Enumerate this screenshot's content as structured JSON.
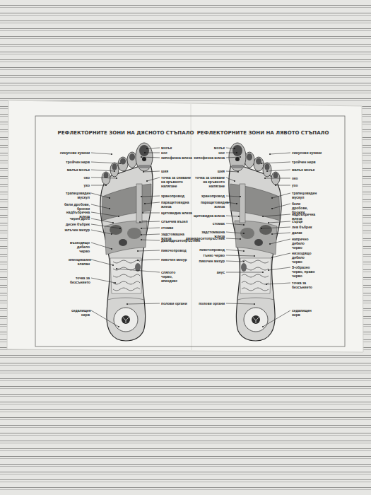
{
  "diagram": {
    "labels": [
      "РЕФЛЕКТОРНИТЕ ЗОНИ НА ДЯСНОТО СТЪПАЛО",
      "РЕФЛЕКТОРНИТЕ ЗОНИ НА ЛЯВОТО СТЪПАЛО",
      "синусови кухини",
      "тройчен нерв",
      "малък мозък",
      "око",
      "ухо",
      "трапецовиден мускул",
      "бели дробове, бронхи",
      "надбъбречна жлеза",
      "черен дроб",
      "десен бъбрек",
      "жлъчен мехур",
      "възходящо дебело черво",
      "илеоцекален клапан",
      "точка за безсънието",
      "седалищен нерв",
      "мозък",
      "нос",
      "хипофизна жлеза",
      "шия",
      "точка за сниване на кръвното налягане",
      "хранопровод",
      "паращитовидна жлеза",
      "щитовидна жлеза",
      "слънчев възел",
      "стомах",
      "задстомашна жлеза",
      "дванадесетопръстник",
      "пикочопровод",
      "пикочен мехур",
      "сляпото черво, апендикс",
      "полови органи",
      "мозък",
      "нос",
      "хипофизна жлеза",
      "шия",
      "точка за сниване на кръвното налягане",
      "хранопровод",
      "паращитовидна жлеза",
      "щитовидна жлеза",
      "стомах",
      "задстомашна жлеза",
      "дванадесетопръстник",
      "пикочопровод",
      "тънко черво",
      "пикочен мехур",
      "анус",
      "полови органи",
      "синусови кухини",
      "тройчен нерв",
      "малък мозък",
      "око",
      "ухо",
      "трапецовиден мускул",
      "бели дробове, бронхи",
      "надбъбречна жлеза",
      "сърце",
      "лев бъбрек",
      "далак",
      "напречно дебело черво",
      "низходящо дебело черво",
      "S-образно черво, право черво",
      "точка за безсънието",
      "седалищен нерв"
    ]
  }
}
